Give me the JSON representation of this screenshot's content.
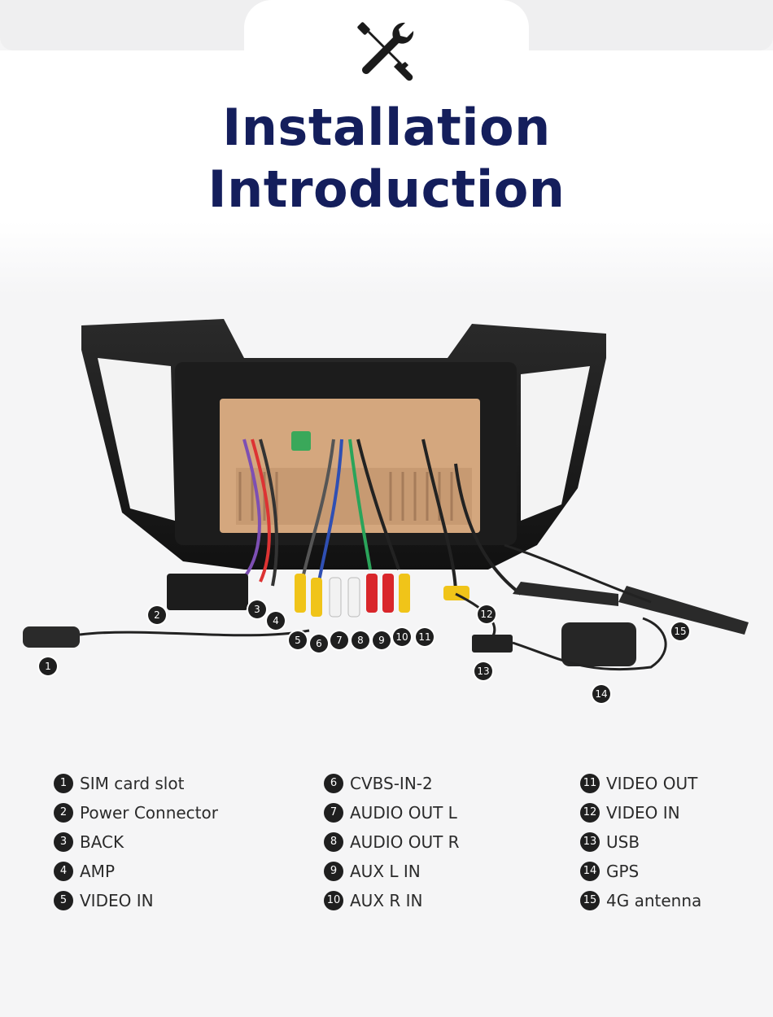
{
  "header": {
    "icon": "screwdriver-wrench-icon",
    "title_line1": "Installation",
    "title_line2": "Introduction"
  },
  "colors": {
    "title": "#141e5c",
    "badge": "#1f1f1f"
  },
  "callouts": [
    "1",
    "2",
    "3",
    "4",
    "5",
    "6",
    "7",
    "8",
    "9",
    "10",
    "11",
    "12",
    "13",
    "14",
    "15"
  ],
  "legend": {
    "col1": [
      {
        "num": "1",
        "label": "SIM card slot"
      },
      {
        "num": "2",
        "label": "Power Connector"
      },
      {
        "num": "3",
        "label": "BACK"
      },
      {
        "num": "4",
        "label": "AMP"
      },
      {
        "num": "5",
        "label": "VIDEO IN"
      }
    ],
    "col2": [
      {
        "num": "6",
        "label": "CVBS-IN-2"
      },
      {
        "num": "7",
        "label": "AUDIO OUT L"
      },
      {
        "num": "8",
        "label": "AUDIO OUT R"
      },
      {
        "num": "9",
        "label": "AUX L IN"
      },
      {
        "num": "10",
        "label": "AUX R IN"
      }
    ],
    "col3": [
      {
        "num": "11",
        "label": "VIDEO OUT"
      },
      {
        "num": "12",
        "label": "VIDEO IN"
      },
      {
        "num": "13",
        "label": "USB"
      },
      {
        "num": "14",
        "label": "GPS"
      },
      {
        "num": "15",
        "label": "4G antenna"
      }
    ]
  }
}
